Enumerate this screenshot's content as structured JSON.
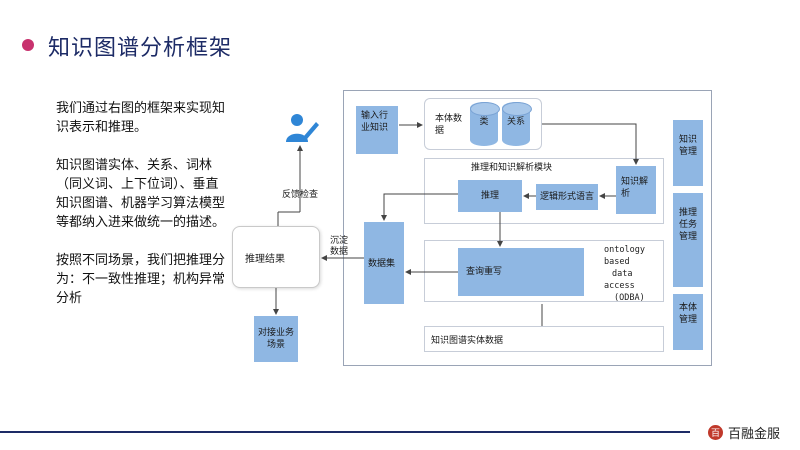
{
  "title": "知识图谱分析框架",
  "description": {
    "p1": "我们通过右图的框架来实现知识表示和推理。",
    "p2": "知识图谱实体、关系、词林（同义词、上下位词）、垂直知识图谱、机器学习算法模型等都纳入进来做统一的描述。",
    "p3": "按照不同场景，我们把推理分为：不一致性推理；机构异常分析"
  },
  "diagram": {
    "input_industry_knowledge": "输入行业知识",
    "ontology_data": "本体数据",
    "class_db": "类",
    "relation_db": "关系",
    "reasoning_module": "推理和知识解析模块",
    "reasoning": "推理",
    "logic_language": "逻辑形式语言",
    "knowledge_parsing": "知识解析",
    "dataset": "数据集",
    "query_rewrite": "查询重写",
    "ontology_lines": [
      "ontology",
      "based",
      "data",
      "access",
      "(ODBA)"
    ],
    "kg_entity_data": "知识图谱实体数据",
    "knowledge_management": "知识管理",
    "reasoning_task_management": "推理任务管理",
    "ontology_management": "本体管理",
    "reasoning_result": "推理结果",
    "feedback_check": "反馈检查",
    "sediment_data": "沉淀数据",
    "business_scene": "对接业务场景"
  },
  "footer": {
    "brand": "百融金服"
  },
  "colors": {
    "title": "#1d2b66",
    "accent_dot": "#c8326e",
    "box_blue": "#8fb7e3",
    "brand_red": "#c0392b"
  }
}
